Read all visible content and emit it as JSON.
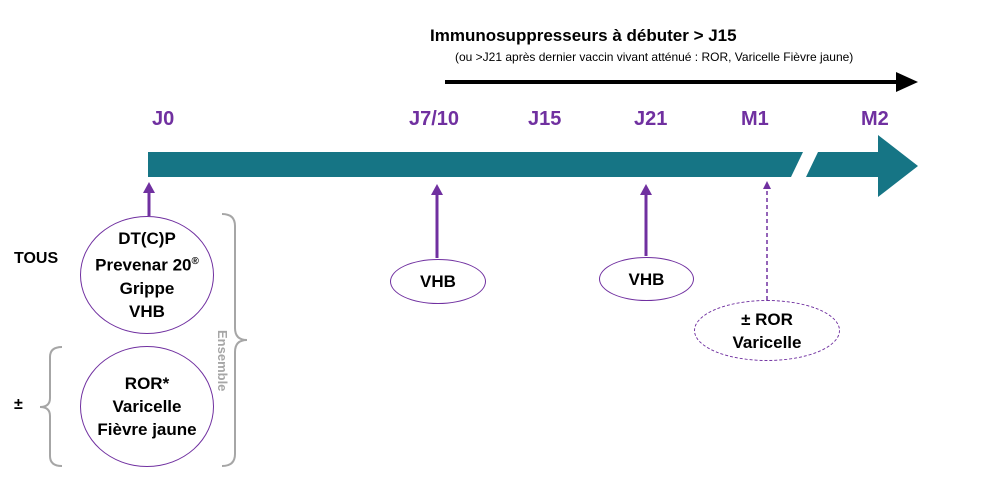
{
  "header": {
    "title": "Immunosuppresseurs à débuter > J15",
    "subtitle": "(ou >J21 après dernier vaccin vivant atténué : ROR, Varicelle Fièvre jaune)"
  },
  "timeline": {
    "ticks": [
      "J0",
      "J7/10",
      "J15",
      "J21",
      "M1",
      "M2"
    ]
  },
  "groups": {
    "all_label": "TOUS",
    "optional_label": "±",
    "bracket_label": "Ensemble"
  },
  "vaccines": {
    "j0_all": {
      "line1": "DT(C)P",
      "line2": "Prevenar 20",
      "line2_sup": "®",
      "line3": "Grippe",
      "line4": "VHB"
    },
    "j0_optional": {
      "line1": "ROR*",
      "line2": "Varicelle",
      "line3": "Fièvre jaune"
    },
    "j7": {
      "line1": "VHB"
    },
    "j21": {
      "line1": "VHB"
    },
    "m1": {
      "line1": "± ROR",
      "line2": "Varicelle"
    }
  },
  "colors": {
    "timeline_bar": "#167585",
    "accent_purple": "#7030a0",
    "bracket_gray": "#a6a6a6",
    "arrow_black": "#000000"
  }
}
